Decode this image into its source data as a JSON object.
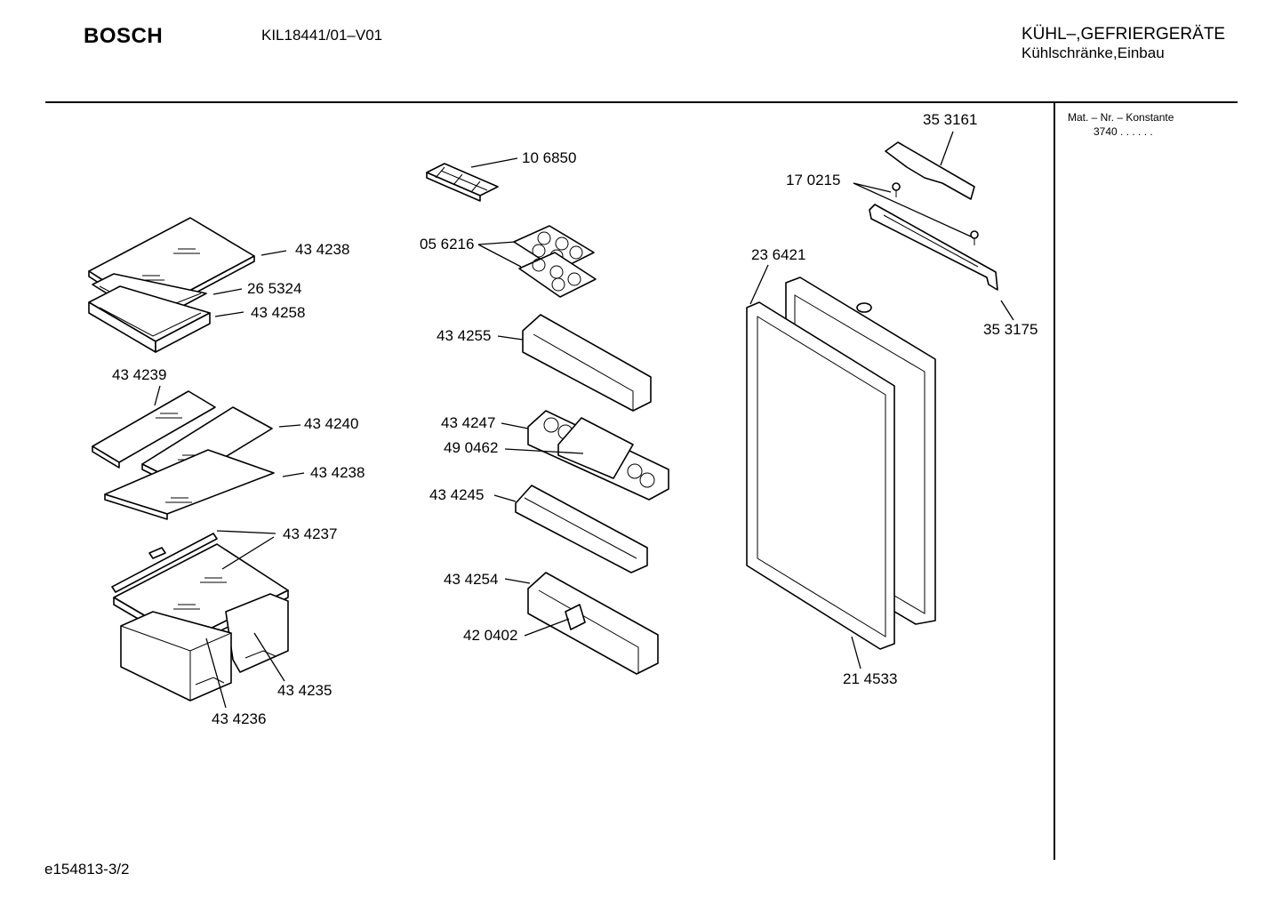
{
  "header": {
    "brand": "BOSCH",
    "model": "KIL18441/01–V01",
    "category_line1": "KÜHL–,GEFRIERGERÄTE",
    "category_line2": "Kühlschränke,Einbau"
  },
  "sidebar": {
    "mat_label": "Mat. – Nr. – Konstante",
    "mat_value": "3740  .  .    .  .  .  ."
  },
  "footer": {
    "drawing_id": "e154813-3/2"
  },
  "parts": {
    "p434238_top": "43 4238",
    "p265324": "26 5324",
    "p434258": "43 4258",
    "p434239": "43 4239",
    "p434240": "43 4240",
    "p434238_mid": "43 4238",
    "p434237": "43 4237",
    "p434235": "43 4235",
    "p434236": "43 4236",
    "p106850": "10 6850",
    "p056216": "05 6216",
    "p434255": "43 4255",
    "p434247": "43 4247",
    "p490462": "49 0462",
    "p434245": "43 4245",
    "p434254": "43 4254",
    "p420402": "42 0402",
    "p353161": "35 3161",
    "p170215": "17 0215",
    "p236421": "23 6421",
    "p353175": "35 3175",
    "p214533": "21 4533"
  }
}
